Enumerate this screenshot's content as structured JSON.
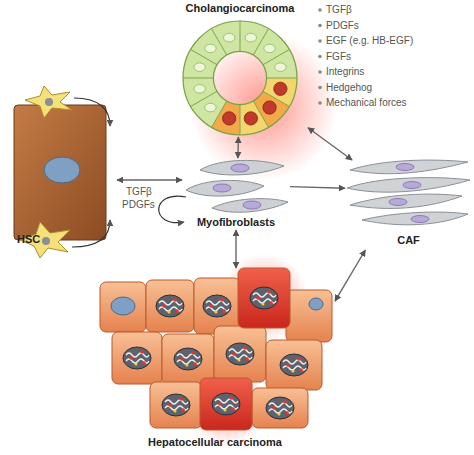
{
  "diagram": {
    "nodes": [
      {
        "text": [
          "Cholangiocarcinoma"
        ]
      },
      {
        "text": [
          "HSC"
        ]
      },
      {
        "text": [
          "Myofibroblasts"
        ]
      },
      {
        "text": [
          "CAF"
        ]
      },
      {
        "text": [
          "Hepatocellular carcinoma"
        ]
      }
    ],
    "edges": [
      {
        "from": 0,
        "to": 2,
        "arrow": "both"
      },
      {
        "from": 1,
        "to": 2,
        "arrow": "both"
      },
      {
        "from": 2,
        "to": 3,
        "arrow": "to"
      },
      {
        "from": 0,
        "to": 3,
        "arrow": "both"
      },
      {
        "from": 2,
        "to": 4,
        "arrow": "both"
      },
      {
        "from": 3,
        "to": 4,
        "arrow": "both"
      }
    ],
    "labels": [
      "TGFβ",
      "PDGFs",
      "EGF (e.g. HB-EGF)",
      "FGFs",
      "Integrins",
      "Hedgehog",
      "Mechanical forces",
      "TGFβ",
      "PDGFs"
    ]
  }
}
